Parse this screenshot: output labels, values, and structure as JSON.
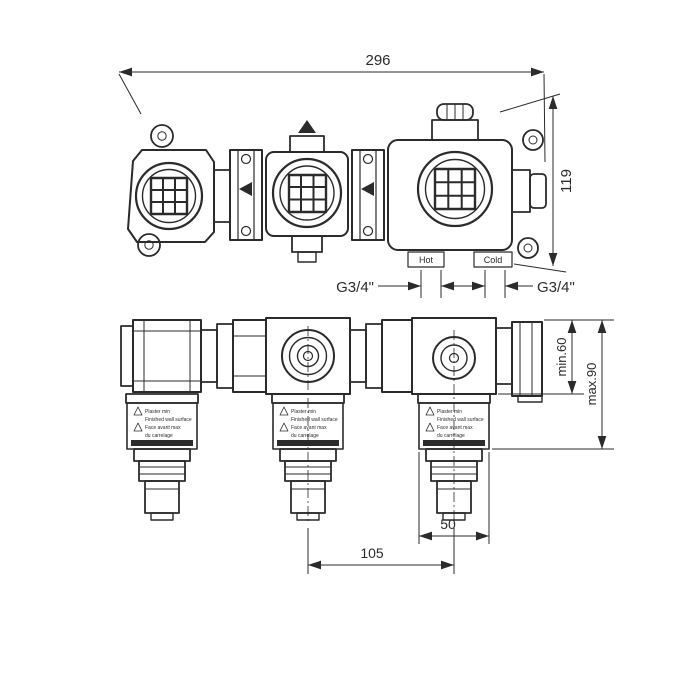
{
  "drawing": {
    "top_view": {
      "dim_width": "296",
      "dim_height": "119",
      "thread_left": "G3/4\"",
      "thread_right": "G3/4\"",
      "hot": "Hot",
      "cold": "Cold"
    },
    "front_view": {
      "dim_min_depth": "min.60",
      "dim_max_depth": "max.90",
      "dim_spacing": "105",
      "dim_cartridge_width": "50",
      "cartridge_label": {
        "line1": "Plaster min",
        "line2": "Finished wall surface",
        "line3": "Face avant max",
        "line4": "du carrelage"
      }
    },
    "colors": {
      "line": "#2b2b2b",
      "background": "#ffffff"
    }
  }
}
